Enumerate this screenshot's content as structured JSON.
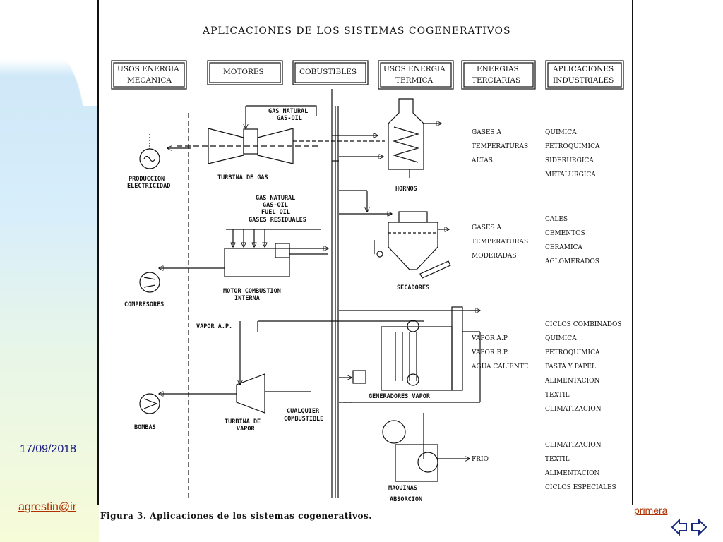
{
  "slide": {
    "date": "17/09/2018",
    "email": "agrestin@ir",
    "link_first": "primera",
    "nav_icon": "double-arrow-nav-icon"
  },
  "figure": {
    "title": "APLICACIONES  DE  LOS  SISTEMAS  COGENERATIVOS",
    "caption": "Figura 3. Aplicaciones de los sistemas cogenerativos.",
    "headers": [
      [
        "USOS  ENERGIA",
        "MECANICA"
      ],
      [
        "MOTORES"
      ],
      [
        "COBUSTIBLES"
      ],
      [
        "USOS  ENERGIA",
        "TERMICA"
      ],
      [
        "ENERGIAS",
        "TERCIARIAS"
      ],
      [
        "APLICACIONES",
        "INDUSTRIALES"
      ]
    ],
    "component_labels": {
      "gas_fuel_1": "GAS  NATURAL",
      "gas_fuel_2": "GAS-OIL",
      "turbina_gas": "TURBINA  DE  GAS",
      "produccion_1": "PRODUCCION",
      "produccion_2": "ELECTRICIDAD",
      "hornos": "HORNOS",
      "fuels2_1": "GAS  NATURAL",
      "fuels2_2": "GAS-OIL",
      "fuels2_3": "FUEL  OIL",
      "fuels2_4": "GASES  RESIDUALES",
      "motor_1": "MOTOR  COMBUSTION",
      "motor_2": "INTERNA",
      "compresores": "COMPRESORES",
      "secadores": "SECADORES",
      "vapor_ap": "VAPOR  A.P.",
      "generadores": "GENERADORES    VAPOR",
      "bombas": "BOMBAS",
      "turbina_vapor_1": "TURBINA  DE",
      "turbina_vapor_2": "VAPOR",
      "cualquier_1": "CUALQUIER",
      "cualquier_2": "COMBUSTIBLE",
      "maquinas_1": "MAQUINAS",
      "maquinas_2": "ABSORCION"
    },
    "terciarias": [
      [
        "GASES  A",
        "TEMPERATURAS",
        "ALTAS"
      ],
      [
        "GASES  A",
        "TEMPERATURAS",
        "MODERADAS"
      ],
      [
        "VAPOR  A.P",
        "VAPOR  B.P.",
        "AGUA  CALIENTE"
      ],
      [
        "FRIO"
      ]
    ],
    "industriales": [
      [
        "QUIMICA",
        "PETROQUIMICA",
        "SIDERURGICA",
        "METALURGICA"
      ],
      [
        "CALES",
        "CEMENTOS",
        "CERAMICA",
        "AGLOMERADOS"
      ],
      [
        "CICLOS  COMBINADOS",
        "QUIMICA",
        "PETROQUIMICA",
        "PASTA  Y  PAPEL",
        "ALIMENTACION",
        "TEXTIL",
        "CLIMATIZACION"
      ],
      [
        "CLIMATIZACION",
        "TEXTIL",
        "ALIMENTACION",
        "CICLOS  ESPECIALES"
      ]
    ]
  }
}
